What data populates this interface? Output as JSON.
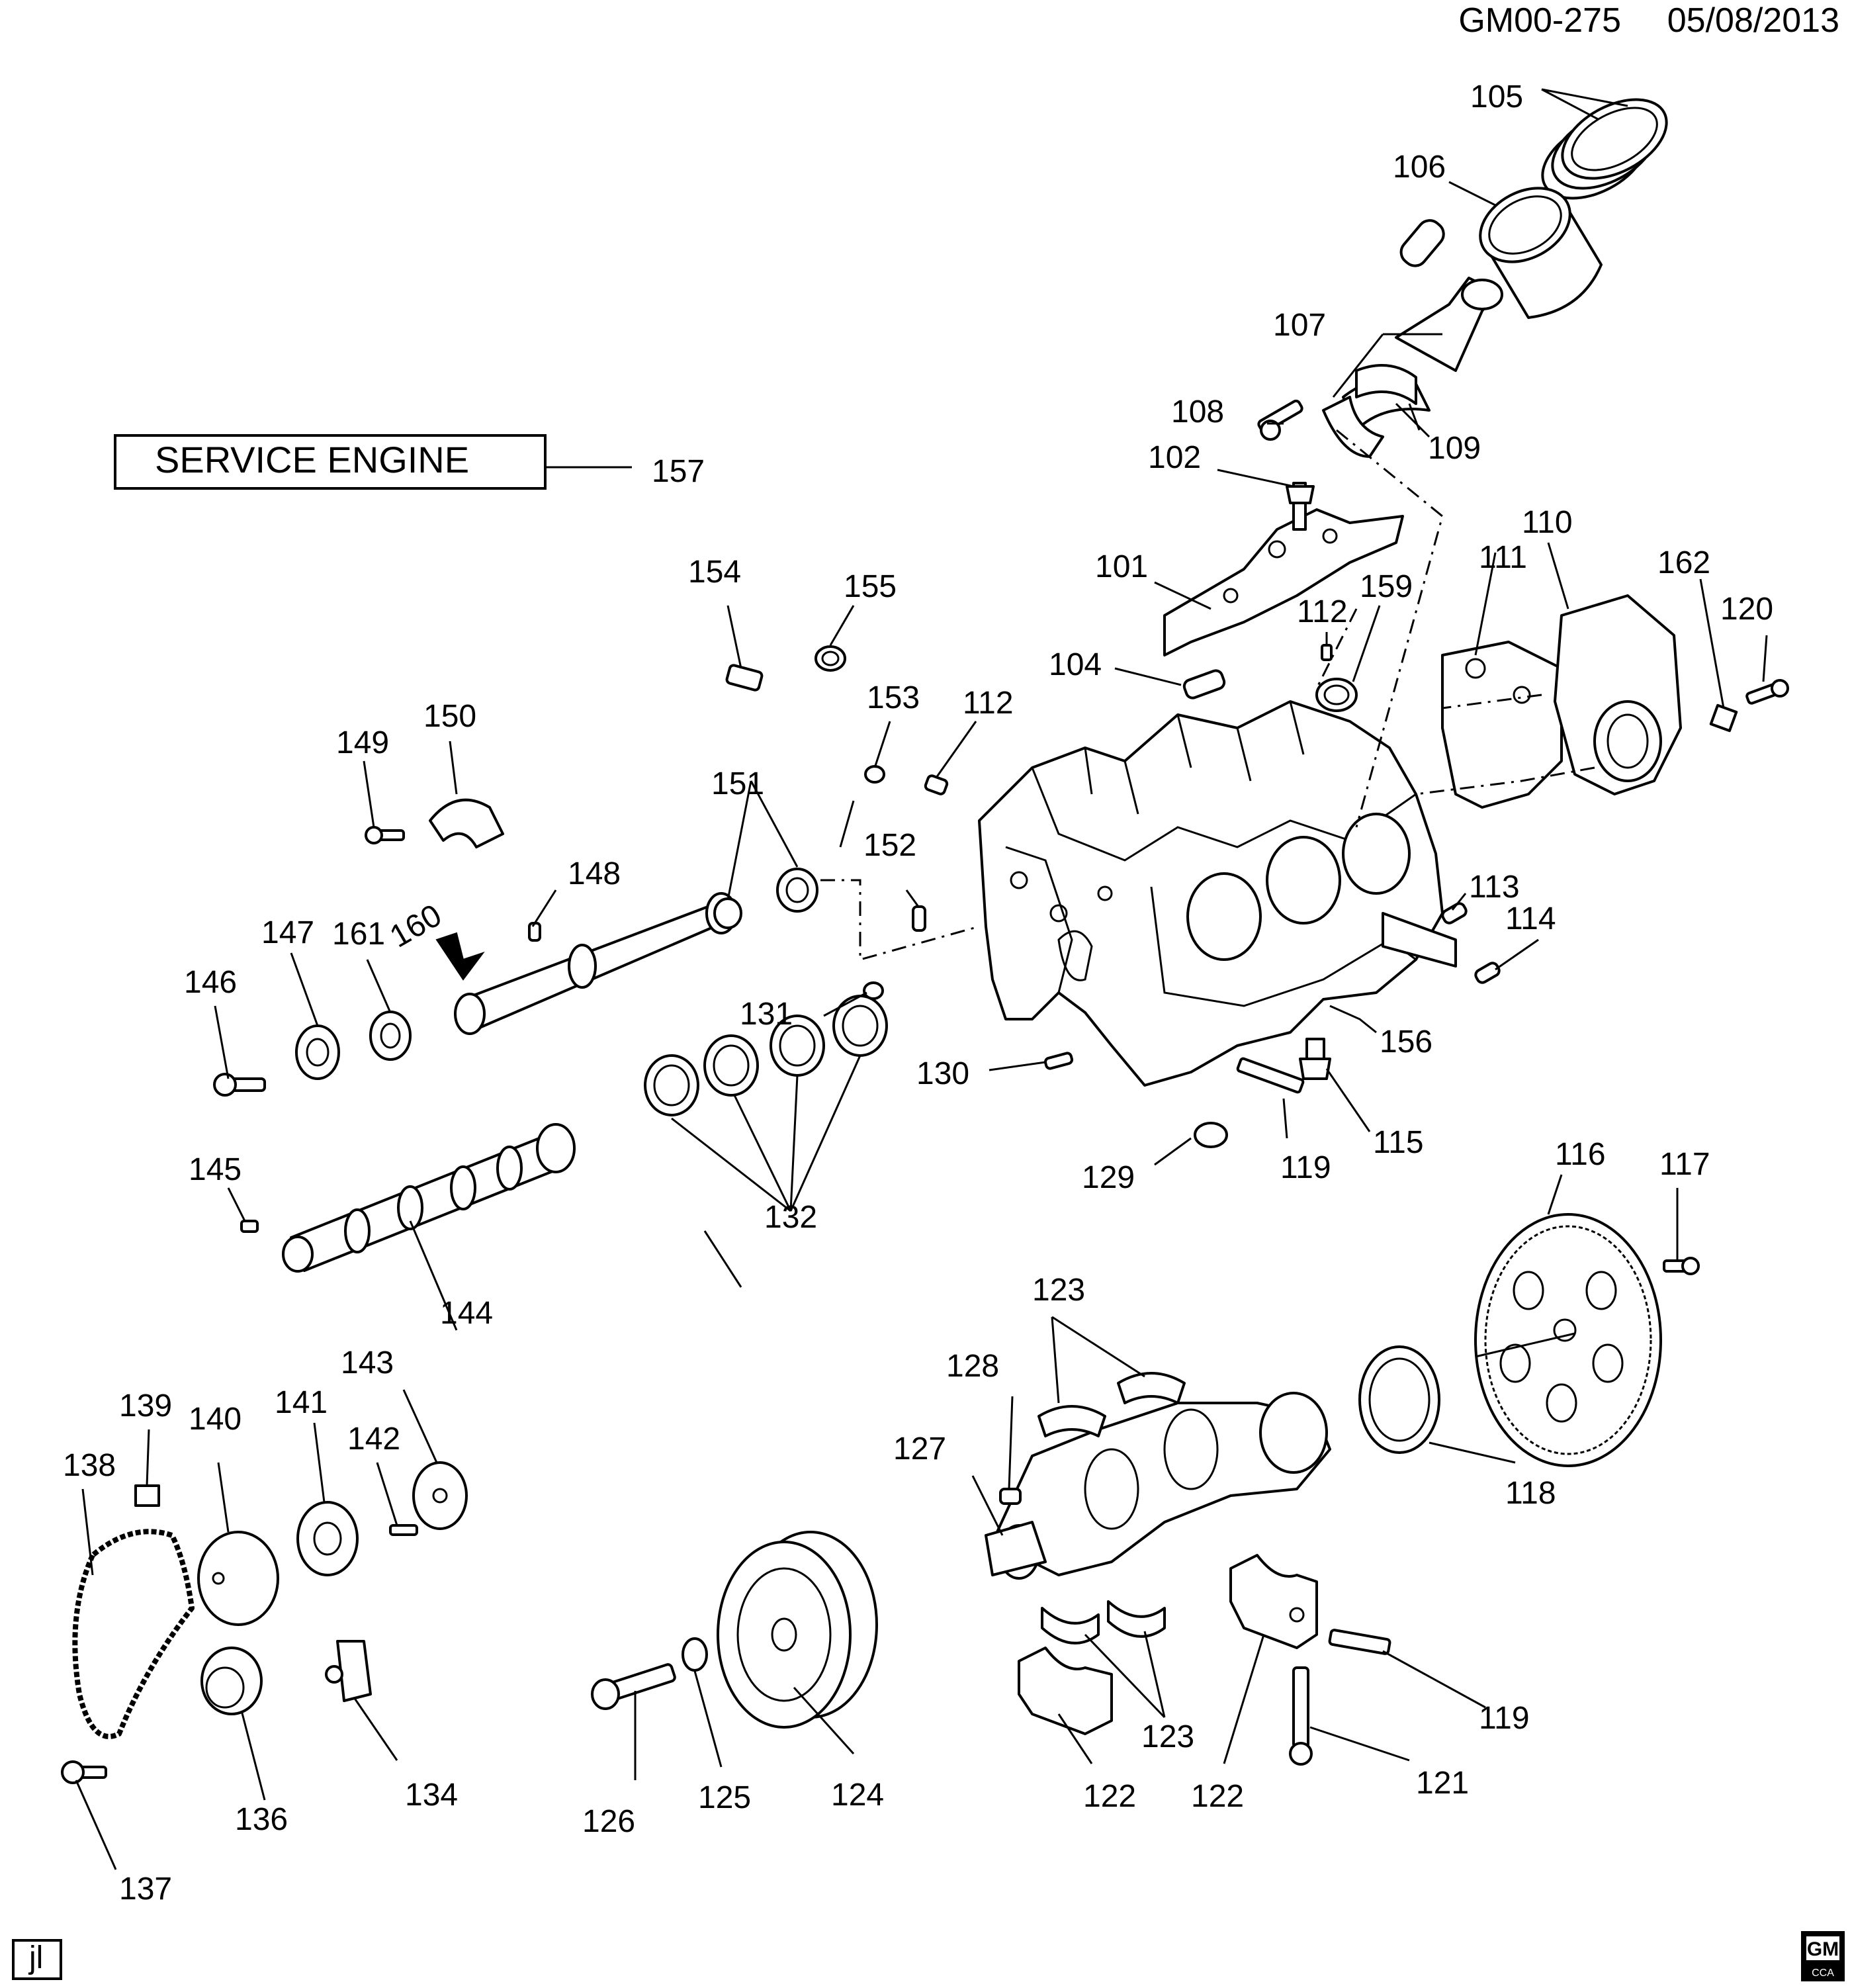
{
  "header": {
    "diagram_id": "GM00-275",
    "date": "05/08/2013"
  },
  "service_box": {
    "label": "SERVICE ENGINE",
    "callout": "157"
  },
  "callouts": {
    "c101": "101",
    "c102": "102",
    "c104": "104",
    "c105": "105",
    "c106": "106",
    "c107": "107",
    "c108": "108",
    "c109": "109",
    "c110": "110",
    "c111": "111",
    "c112a": "112",
    "c112b": "112",
    "c113": "113",
    "c114": "114",
    "c115": "115",
    "c116": "116",
    "c117": "117",
    "c118": "118",
    "c119a": "119",
    "c119b": "119",
    "c120": "120",
    "c121": "121",
    "c122a": "122",
    "c122b": "122",
    "c123a": "123",
    "c123b": "123",
    "c124": "124",
    "c125": "125",
    "c126": "126",
    "c127": "127",
    "c128": "128",
    "c129": "129",
    "c130": "130",
    "c131": "131",
    "c132": "132",
    "c134": "134",
    "c136": "136",
    "c137": "137",
    "c138": "138",
    "c139": "139",
    "c140": "140",
    "c141": "141",
    "c142": "142",
    "c143": "143",
    "c144": "144",
    "c145": "145",
    "c146": "146",
    "c147": "147",
    "c148": "148",
    "c149": "149",
    "c150": "150",
    "c151": "151",
    "c152": "152",
    "c153": "153",
    "c154": "154",
    "c155": "155",
    "c156": "156",
    "c159": "159",
    "c160": "160",
    "c161": "161",
    "c162": "162"
  },
  "footer": {
    "illustrator_initials": "jl",
    "logo_text": "GM",
    "logo_subtext": "CCA"
  }
}
